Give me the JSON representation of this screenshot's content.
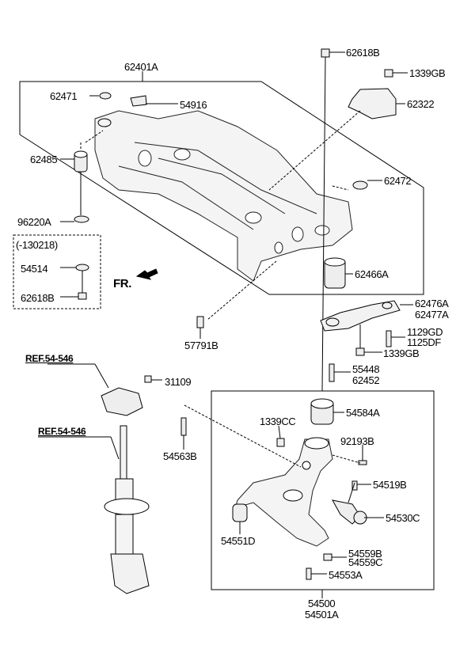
{
  "labels": [
    "62401A",
    "62618B",
    "1339GB",
    "62322",
    "62471",
    "54916",
    "62485",
    "62472",
    "96220A",
    "(-130218)",
    "54514",
    "62618B",
    "FR.",
    "62466A",
    "62476A",
    "62477A",
    "1129GD",
    "1125DF",
    "57791B",
    "1339GB",
    "REF.54-546",
    "31109",
    "55448",
    "62452",
    "54584A",
    "1339CC",
    "92193B",
    "REF.54-546",
    "54563B",
    "54519B",
    "54530C",
    "54551D",
    "54559B",
    "54559C",
    "54553A",
    "54500",
    "54501A"
  ]
}
